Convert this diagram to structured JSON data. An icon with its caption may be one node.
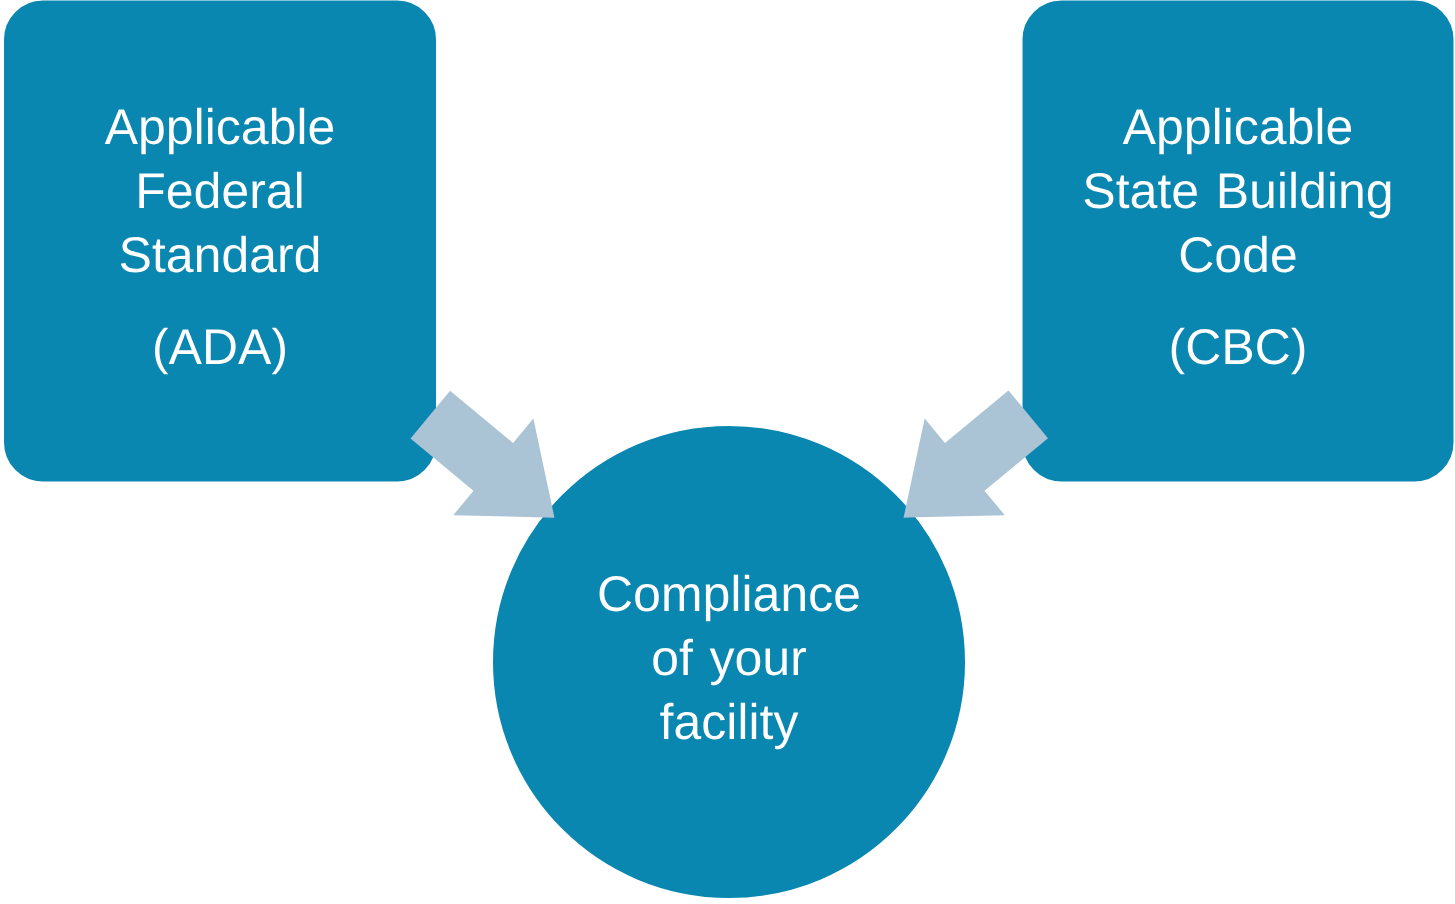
{
  "diagram": {
    "nodes": [
      {
        "text": [
          "Applicable Federal Standard",
          "(ADA)"
        ]
      },
      {
        "text": [
          "Applicable State Building Code",
          "(CBC)"
        ]
      },
      {
        "text": [
          "Compliance of your facility"
        ]
      }
    ],
    "edges": [
      {
        "from": 0,
        "to": 2,
        "arrow": "to"
      },
      {
        "from": 1,
        "to": 2,
        "arrow": "to"
      }
    ]
  }
}
